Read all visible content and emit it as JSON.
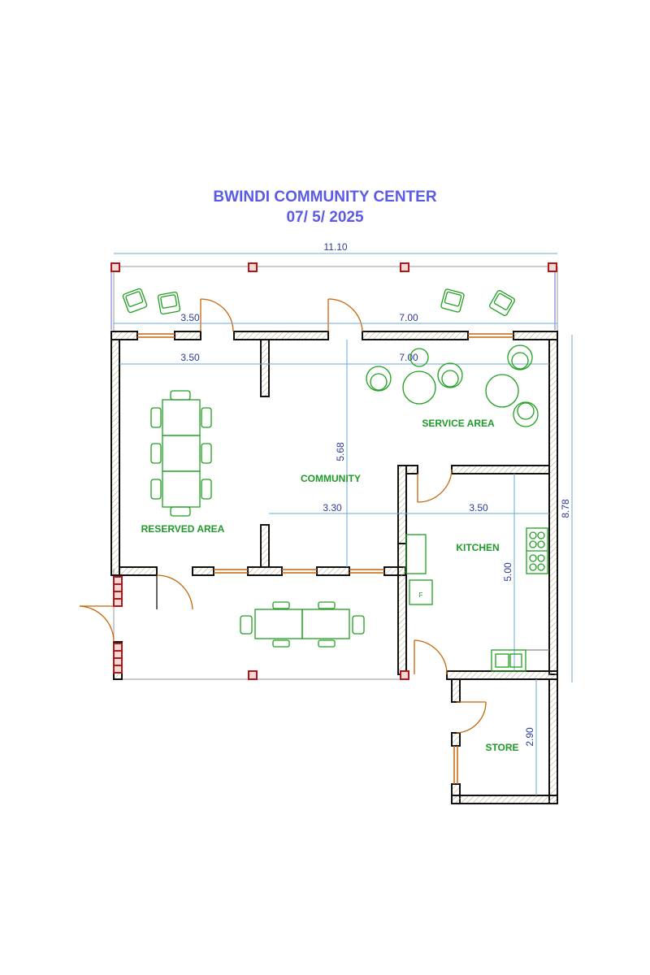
{
  "header": {
    "title": "BWINDI COMMUNITY CENTER",
    "date": "07/ 5/ 2025"
  },
  "rooms": {
    "service_area": "SERVICE AREA",
    "community": "COMMUNITY",
    "reserved_area": "RESERVED AREA",
    "kitchen": "KITCHEN",
    "store": "STORE"
  },
  "dimensions": {
    "overall_width": "11.10",
    "overall_depth": "8.78",
    "top_left_span": "3.50",
    "top_right_span": "7.00",
    "inner_left_span": "3.50",
    "inner_right_span": "7.00",
    "community_depth": "5.68",
    "community_width": "3.30",
    "kitchen_width": "3.50",
    "kitchen_depth": "5.00",
    "store_depth": "2.90"
  },
  "labels": {
    "fridge": "F"
  },
  "colors": {
    "title": "#5a5ae6",
    "room_label": "#1f9a2a",
    "dimension": "#2a3a9a",
    "dimension_line": "#6aaad8",
    "wall": "#111111",
    "column": "#b01818",
    "door": "#c8640a",
    "furniture": "#1fa01f"
  }
}
